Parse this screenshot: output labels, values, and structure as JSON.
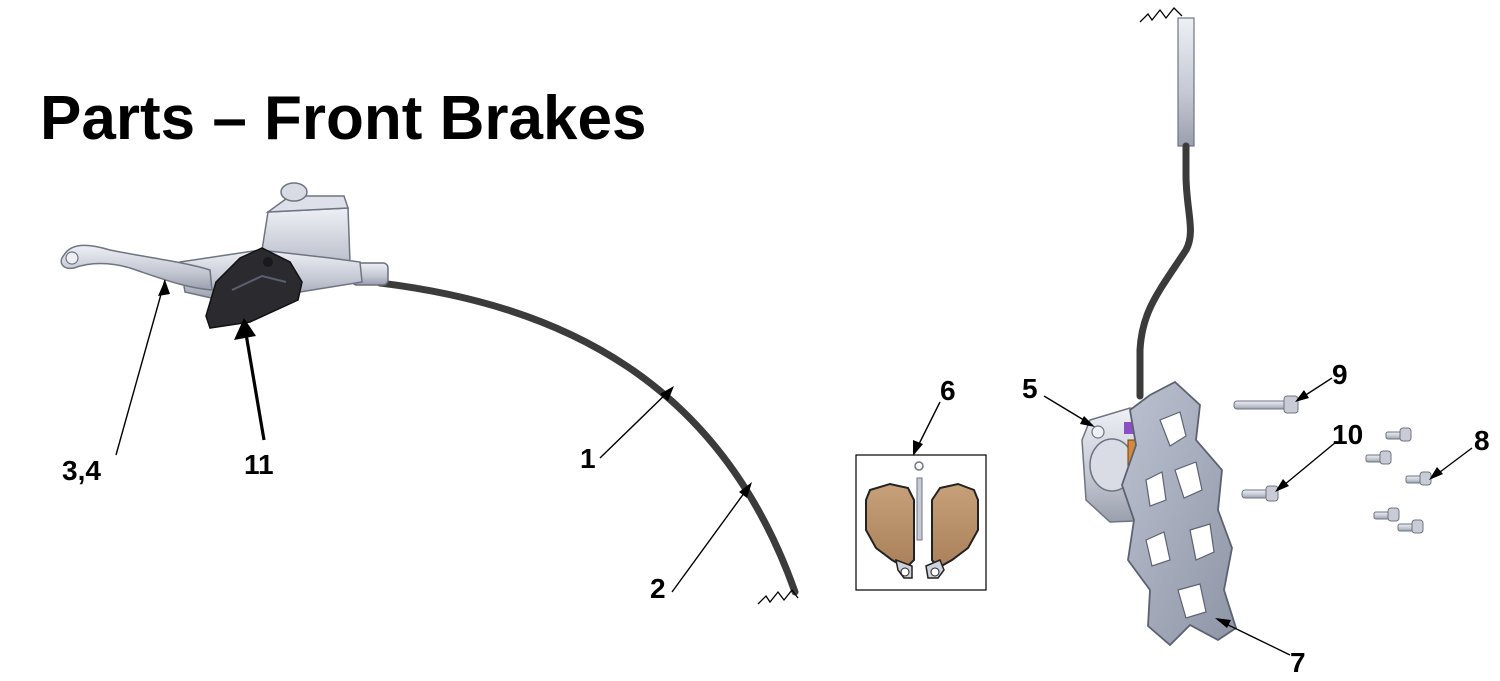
{
  "title": "Parts – Front Brakes",
  "callouts": {
    "c1": "1",
    "c2": "2",
    "c34": "3,4",
    "c5": "5",
    "c6": "6",
    "c7": "7",
    "c8": "8",
    "c9": "9",
    "c10": "10",
    "c11": "11"
  },
  "colors": {
    "hose": "#3b3b3b",
    "metal": "#c9ccd6",
    "rotor": "#a7adbd",
    "pad": "#b98f63",
    "reservoir_cover": "#2b2b2f"
  }
}
